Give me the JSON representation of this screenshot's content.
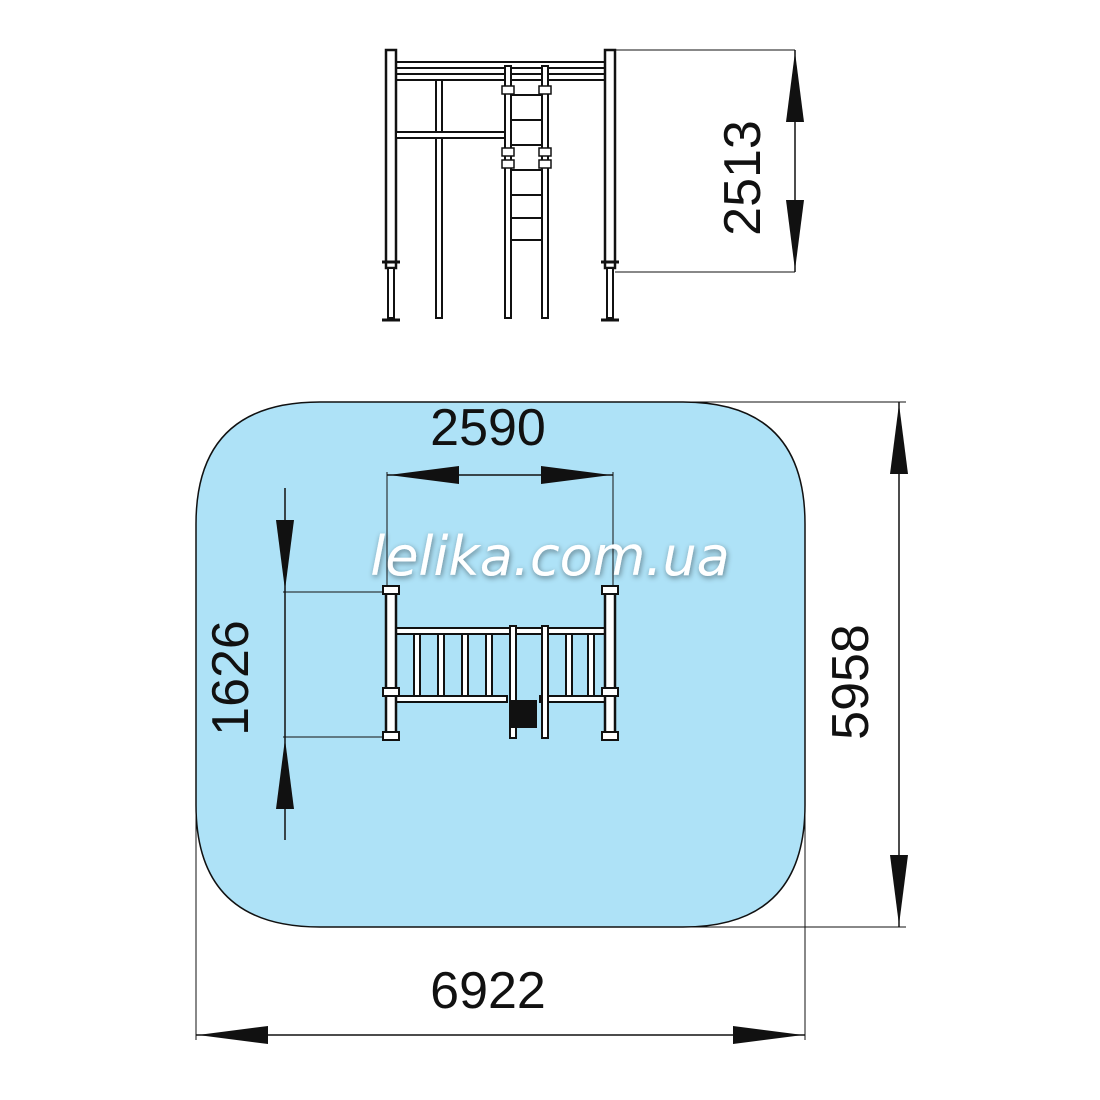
{
  "dimensions": {
    "height_front": "2513",
    "width_top": "2590",
    "depth_top": "1626",
    "zone_depth": "5958",
    "zone_width": "6922"
  },
  "watermark": "lelika.com.ua",
  "colors": {
    "zone_fill": "#aee2f7",
    "line": "#111111"
  }
}
